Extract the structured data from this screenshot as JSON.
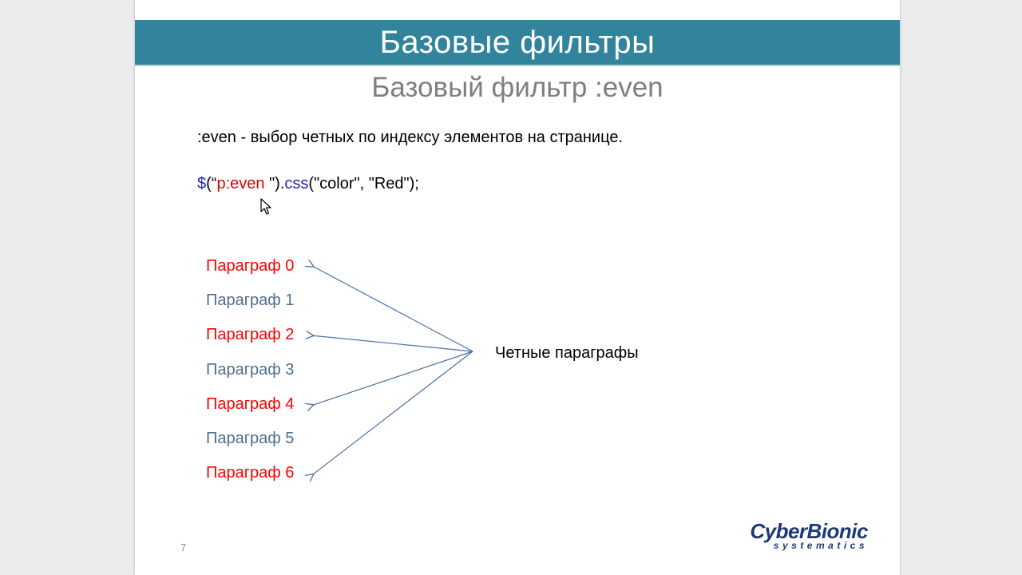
{
  "slide": {
    "title": "Базовые фильтры",
    "subtitle": "Базовый фильтр :even",
    "description": ":even - выбор четных по индексу элементов на странице.",
    "code": {
      "dollar": "$",
      "open": "(“",
      "selector": "p:even",
      "close_quote": " \")",
      "dot": ".",
      "method": "css",
      "args": "(\"color\", \"Red\");"
    },
    "paragraphs": [
      {
        "label": "Параграф 0",
        "even": true
      },
      {
        "label": "Параграф 1",
        "even": false
      },
      {
        "label": "Параграф 2",
        "even": true
      },
      {
        "label": "Параграф 3",
        "even": false
      },
      {
        "label": "Параграф 4",
        "even": true
      },
      {
        "label": "Параграф 5",
        "even": false
      },
      {
        "label": "Параграф 6",
        "even": true
      }
    ],
    "callout": "Четные параграфы",
    "page_number": "7",
    "logo": {
      "main": "CyberBionic",
      "sub": "systematics"
    }
  },
  "colors": {
    "title_bar": "#31849b",
    "even": "#ff0000",
    "odd": "#4f6e8f",
    "code_blue": "#1f1fbf",
    "code_red": "#e00000",
    "arrow": "#4a6fa5",
    "logo": "#1f3a78"
  }
}
